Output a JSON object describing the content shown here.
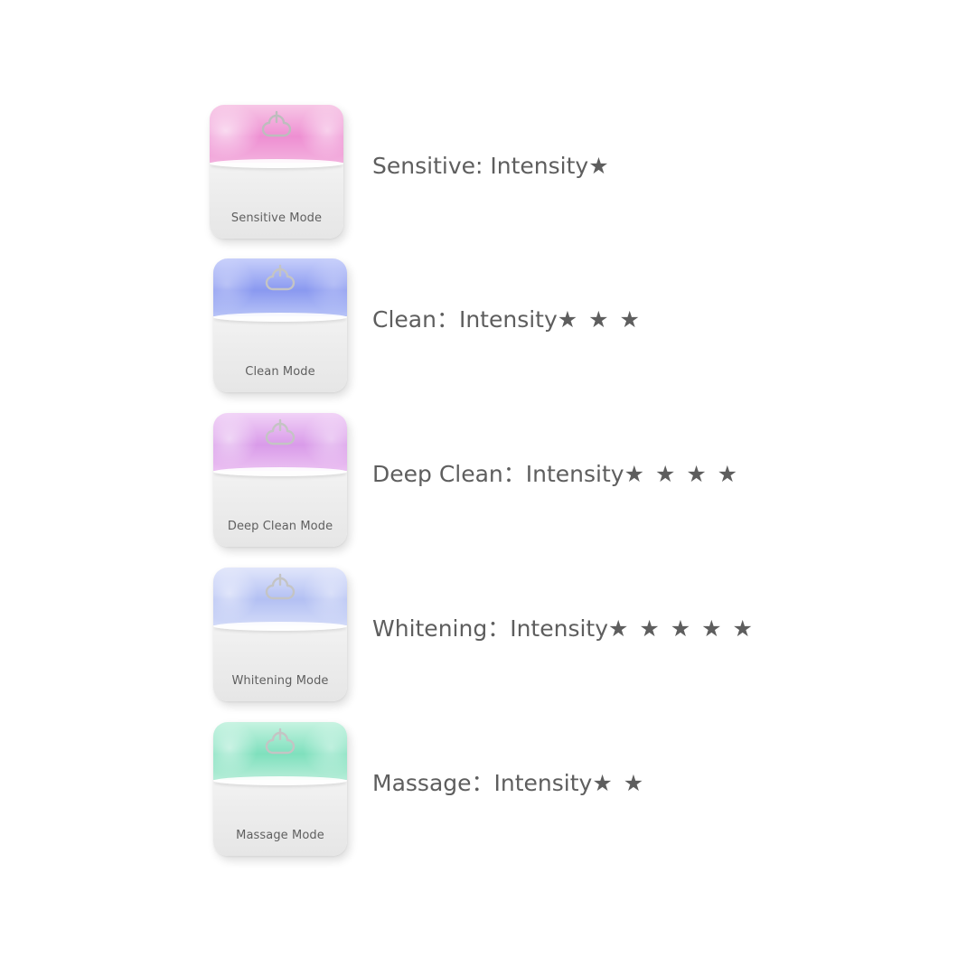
{
  "modes": [
    {
      "caption": "Sensitive Mode",
      "name": "Sensitive: ",
      "intensity_label": "Intensity",
      "stars": "★",
      "intensity": 1,
      "light_color": "#ee8fd2",
      "icon": "power-icon"
    },
    {
      "caption": "Clean Mode",
      "name": "Clean：",
      "intensity_label": "Intensity",
      "stars": "★ ★ ★",
      "intensity": 3,
      "light_color": "#8a99f0",
      "icon": "power-icon"
    },
    {
      "caption": "Deep Clean Mode",
      "name": "Deep Clean：",
      "intensity_label": "Intensity",
      "stars": "★ ★ ★ ★",
      "intensity": 4,
      "light_color": "#d99be9",
      "icon": "power-icon"
    },
    {
      "caption": "Whitening Mode",
      "name": "Whitening：",
      "intensity_label": "Intensity",
      "stars": "★ ★ ★ ★ ★",
      "intensity": 5,
      "light_color": "#b3c0f3",
      "icon": "power-icon"
    },
    {
      "caption": "Massage Mode",
      "name": "Massage：",
      "intensity_label": "Intensity",
      "stars": "★ ★",
      "intensity": 2,
      "light_color": "#7fe0bd",
      "icon": "power-icon"
    }
  ]
}
